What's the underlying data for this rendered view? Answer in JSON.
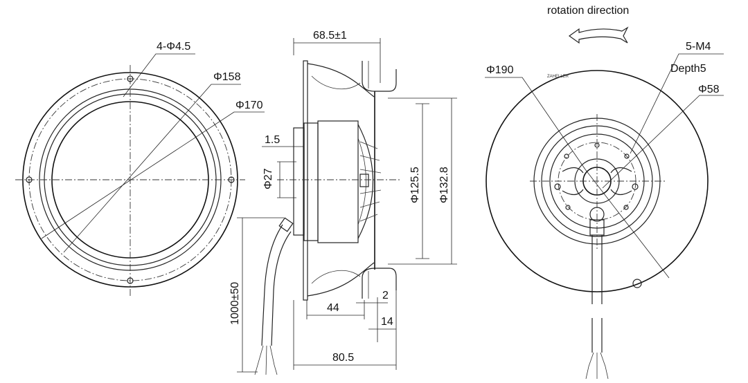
{
  "front_view": {
    "hole_label": "4-Φ4.5",
    "pcd_label": "Φ158",
    "outer_label": "Φ170"
  },
  "side_view": {
    "depth_label": "68.5±1",
    "flange_label": "1.5",
    "shaft_label": "Φ27",
    "inner_dia_label": "Φ125.5",
    "outer_dia_label": "Φ132.8",
    "cable_label": "1000±50",
    "offset_label": "44",
    "gap_label": "2",
    "lip_label": "14",
    "total_label": "80.5"
  },
  "rear_view": {
    "rotation_label": "rotation direction",
    "thread_label": "5-M4",
    "thread_depth_label": "Depth5",
    "hub_label": "Φ58",
    "impeller_label": "Φ190"
  }
}
